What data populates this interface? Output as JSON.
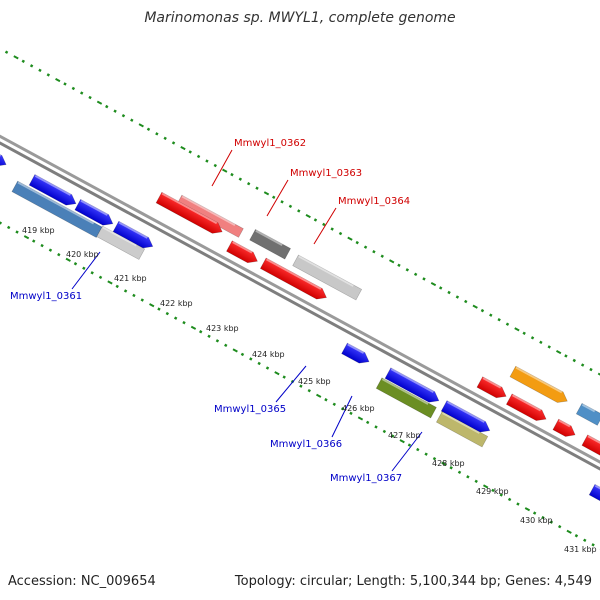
{
  "title": "Marinomonas sp. MWYL1, complete genome",
  "footer": {
    "accession": "Accession: NC_009654",
    "topology": "Topology: circular; Length: 5,100,344 bp; Genes: 4,549"
  },
  "colors": {
    "backbone": "#8f8f8f",
    "tick": "#1e8c1e",
    "red_label": "#d00000",
    "blue_label": "#0000c8"
  },
  "scale_labels": [
    "419 kbp",
    "420 kbp",
    "421 kbp",
    "422 kbp",
    "423 kbp",
    "424 kbp",
    "425 kbp",
    "426 kbp",
    "427 kbp",
    "428 kbp",
    "429 kbp",
    "430 kbp",
    "431 kbp"
  ],
  "gene_labels_upper": [
    "Mmwyl1_0362",
    "Mmwyl1_0363",
    "Mmwyl1_0364"
  ],
  "gene_labels_lower": [
    "Mmwyl1_0361",
    "Mmwyl1_0365",
    "Mmwyl1_0366",
    "Mmwyl1_0367"
  ]
}
